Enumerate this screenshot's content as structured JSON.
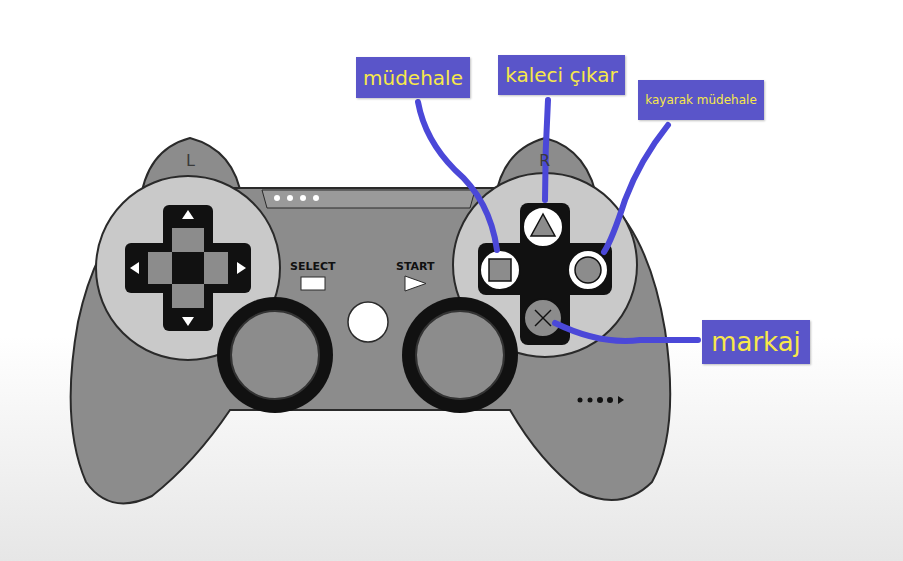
{
  "diagram": {
    "nodes": [
      {
        "text": [
          "müdehale"
        ]
      },
      {
        "text": [
          "kaleci çıkar"
        ]
      },
      {
        "text": [
          "kayarak müdehale"
        ]
      },
      {
        "text": [
          "markaj"
        ]
      }
    ],
    "labels": [
      "L",
      "R",
      "SELECT",
      "START"
    ]
  }
}
